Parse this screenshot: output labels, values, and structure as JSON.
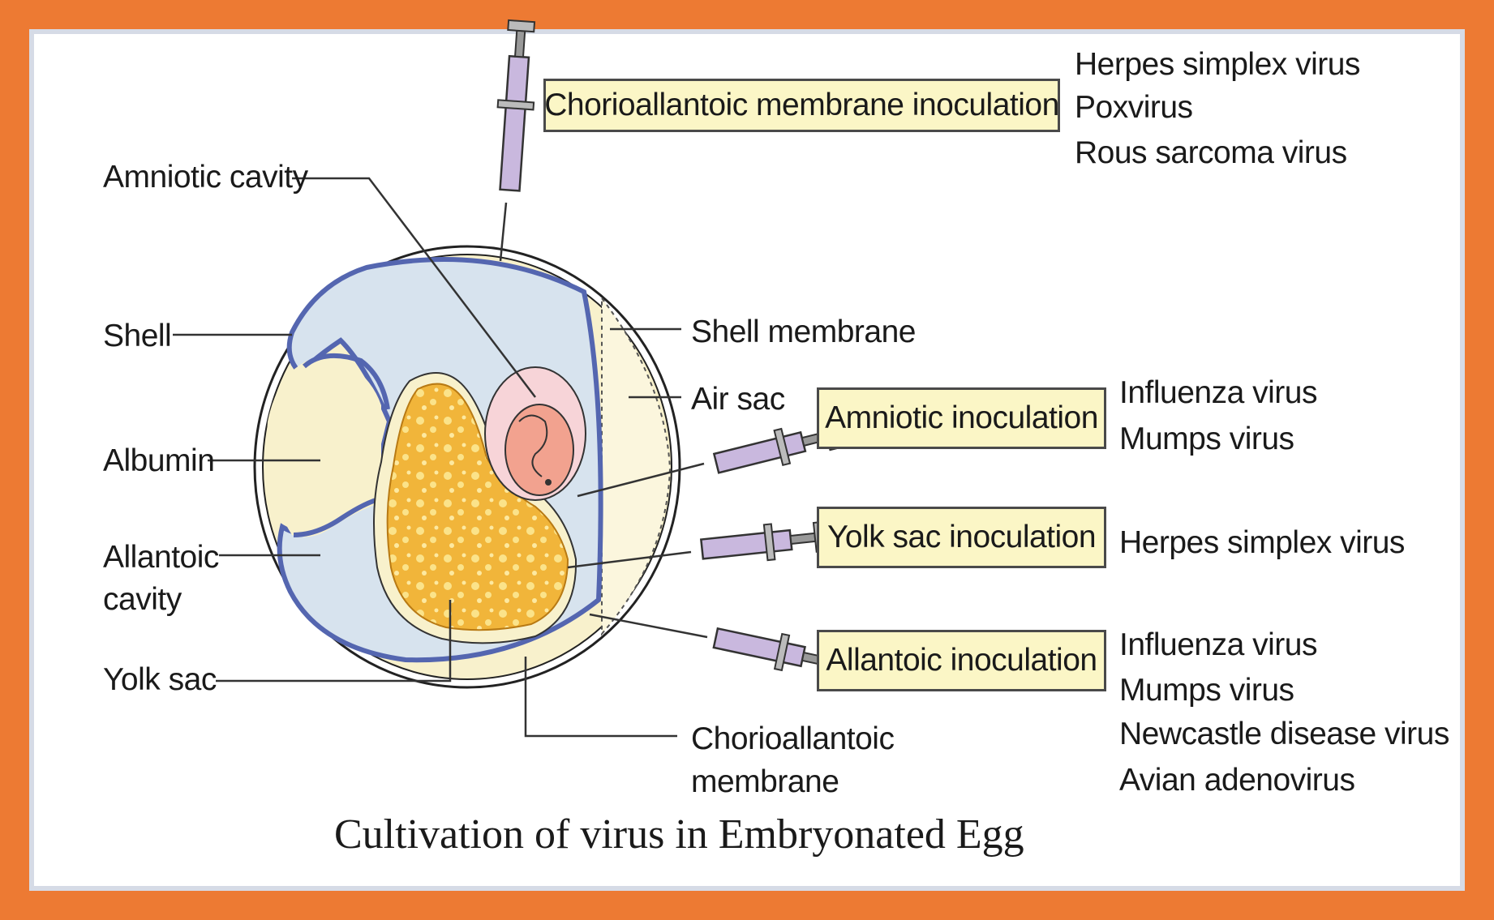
{
  "caption": "Cultivation of virus in Embryonated Egg",
  "structures": {
    "amniotic_cavity": "Amniotic cavity",
    "shell": "Shell",
    "albumin": "Albumin",
    "allantoic_cavity_1": "Allantoic",
    "allantoic_cavity_2": "cavity",
    "yolk_sac": "Yolk sac",
    "shell_membrane": "Shell membrane",
    "air_sac": "Air sac",
    "chorioallantoic_membrane_1": "Chorioallantoic",
    "chorioallantoic_membrane_2": "membrane"
  },
  "routes": [
    {
      "label": "Chorioallantoic membrane inoculation",
      "viruses": [
        "Herpes simplex virus",
        "Poxvirus",
        "Rous sarcoma virus"
      ]
    },
    {
      "label": "Amniotic inoculation",
      "viruses": [
        "Influenza virus",
        "Mumps virus"
      ]
    },
    {
      "label": "Yolk sac inoculation",
      "viruses": [
        "Herpes simplex virus"
      ]
    },
    {
      "label": "Allantoic inoculation",
      "viruses": [
        "Influenza virus",
        "Mumps virus",
        "Newcastle disease virus",
        "Avian adenovirus"
      ]
    }
  ],
  "colors": {
    "frame": "#ed7a33",
    "box_fill": "#fbf6c6",
    "cavity_fill": "#d7e3ee",
    "membrane": "#5466b0",
    "albumin_fill": "#f8f1cc",
    "yolk_fill": "#f1b53a",
    "amnion_fill": "#f7d4d8",
    "embryo_fill": "#f2a28f",
    "syringe_barrel": "#c9b8de"
  }
}
